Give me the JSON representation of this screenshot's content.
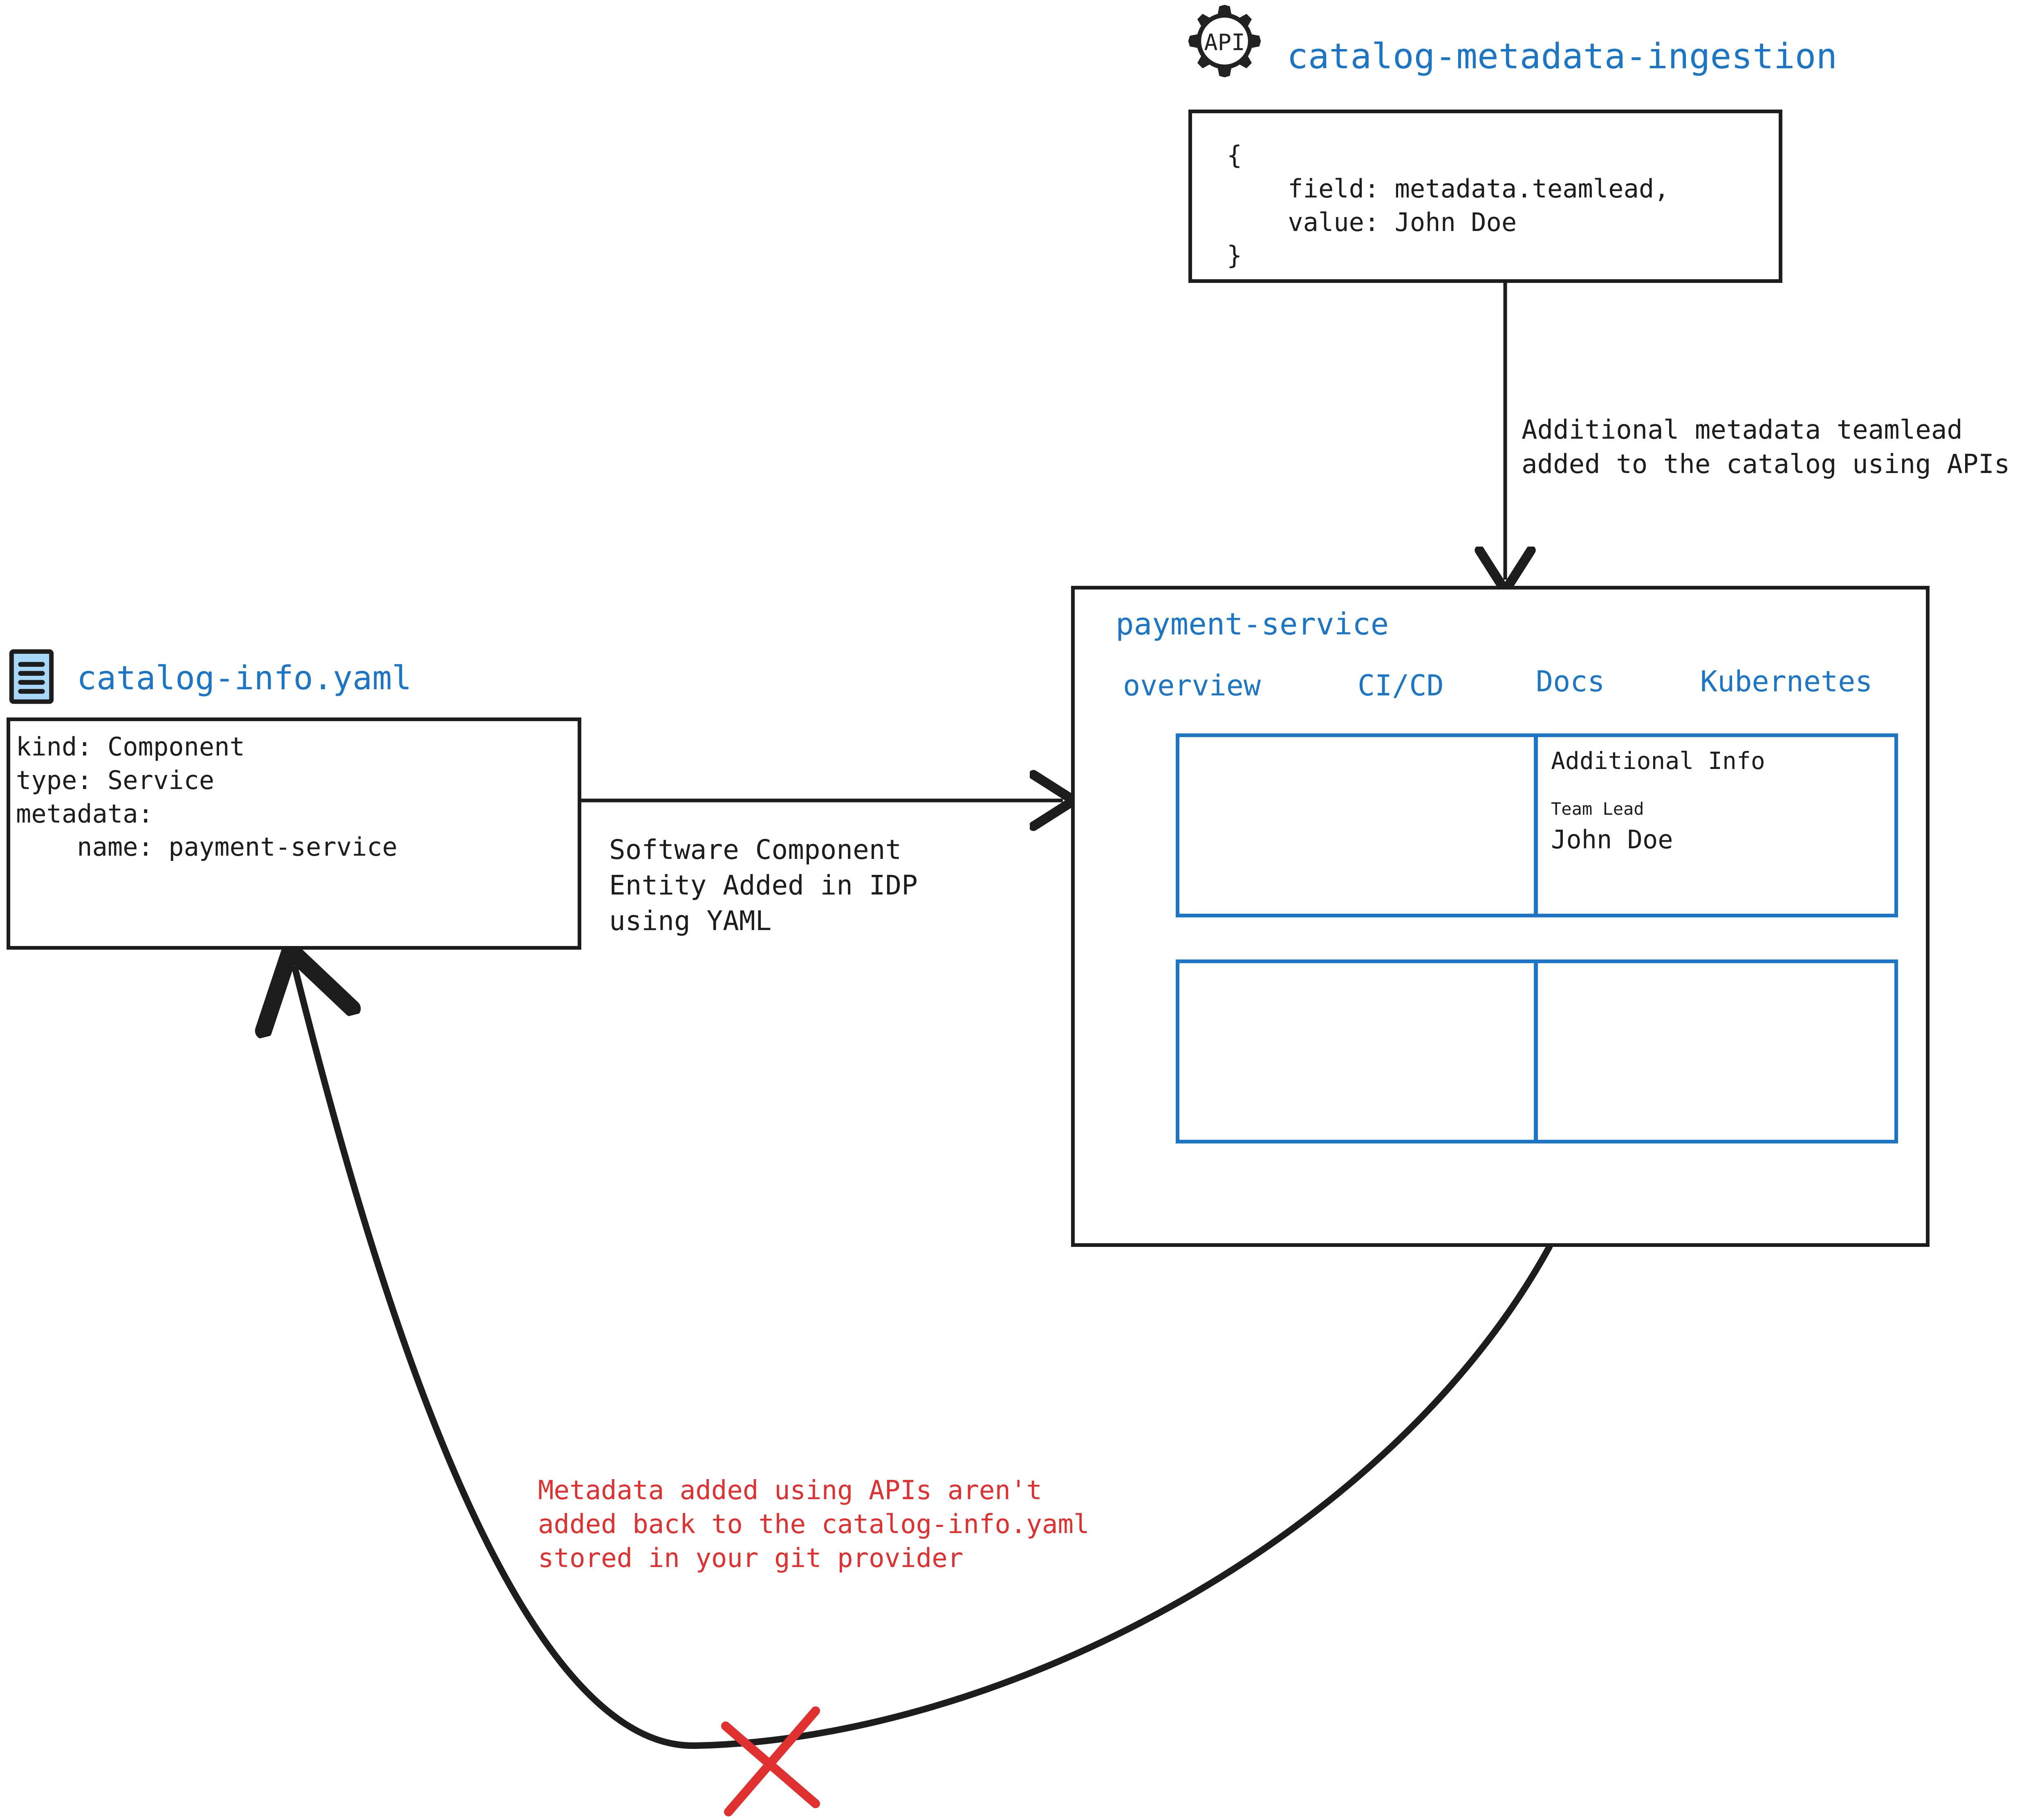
{
  "diagram": {
    "title": "Catalog metadata ingestion vs catalog-info.yaml",
    "colors": {
      "accent_blue": "#1c76c5",
      "ink_black": "#1d1d1d",
      "warning_red": "#e03030",
      "yaml_icon_fill": "#a8d8f8"
    }
  },
  "api_node": {
    "icon_label": "API",
    "title": "catalog-metadata-ingestion",
    "payload_lines": [
      "{",
      "    field: metadata.teamlead,",
      "    value: John Doe",
      "}"
    ]
  },
  "yaml_node": {
    "icon_name": "yaml-file-icon",
    "title": "catalog-info.yaml",
    "content_lines": [
      "kind: Component",
      "type: Service",
      "metadata:",
      "    name: payment-service"
    ]
  },
  "edges": {
    "api_to_catalog": {
      "line1": "Additional metadata teamlead",
      "line2": "added to the catalog using APIs"
    },
    "yaml_to_catalog": {
      "line1": "Software Component",
      "line2": "Entity Added in IDP",
      "line3": "using YAML"
    },
    "catalog_back_to_yaml": {
      "line1": "Metadata added using APIs aren't",
      "line2": "added back to the catalog-info.yaml",
      "line3": "stored in your git provider",
      "blocked_marker": "red-x"
    }
  },
  "catalog_panel": {
    "title": "payment-service",
    "tabs": [
      {
        "label": "overview"
      },
      {
        "label": "CI/CD"
      },
      {
        "label": "Docs"
      },
      {
        "label": "Kubernetes"
      }
    ],
    "cards": [
      {
        "name": "overview-card",
        "content": ""
      },
      {
        "name": "additional-info-card",
        "heading": "Additional Info",
        "field_label": "Team Lead",
        "field_value": "John Doe"
      },
      {
        "name": "bottom-left-card",
        "content": ""
      },
      {
        "name": "bottom-right-card",
        "content": ""
      }
    ]
  }
}
